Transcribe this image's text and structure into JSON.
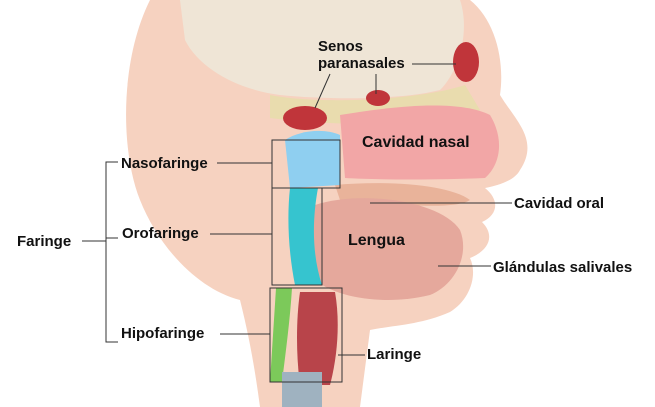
{
  "labels": {
    "senos_line1": "Senos",
    "senos_line2": "paranasales",
    "cavidad_nasal": "Cavidad nasal",
    "nasofaringe": "Nasofaringe",
    "orofaringe": "Orofaringe",
    "hipofaringe": "Hipofaringe",
    "faringe": "Faringe",
    "cavidad_oral": "Cavidad oral",
    "lengua": "Lengua",
    "glandulas_salivales": "Glándulas salivales",
    "laringe": "Laringe"
  },
  "colors": {
    "skin": "#f6d2c0",
    "skin_dark": "#e9b39a",
    "brain": "#efe5d6",
    "bone": "#e9dcae",
    "sinus": "#c0353a",
    "nasal_cavity": "#f2a6a6",
    "nasopharynx": "#8fcff0",
    "oropharynx": "#36c4cf",
    "hypopharynx": "#7cc95a",
    "tongue": "#e5a89c",
    "larynx": "#b8444a",
    "leader_line": "#333333"
  }
}
